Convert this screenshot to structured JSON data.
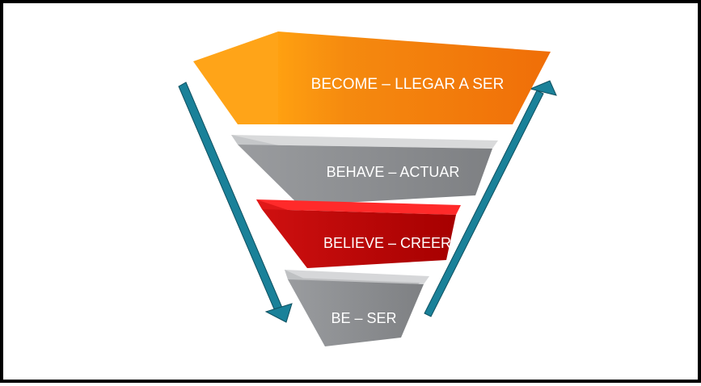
{
  "levels": [
    {
      "label": "BECOME – LLEGAR A SER",
      "color": "#F07A10"
    },
    {
      "label": "BEHAVE – ACTUAR",
      "color": "#8A8C8E"
    },
    {
      "label": "BELIEVE – CREER",
      "color": "#C00000"
    },
    {
      "label": "BE – SER",
      "color": "#8A8C8E"
    }
  ],
  "arrows": {
    "down_icon": "arrow-down-icon",
    "up_icon": "arrow-up-icon",
    "color": "#1A8199"
  }
}
